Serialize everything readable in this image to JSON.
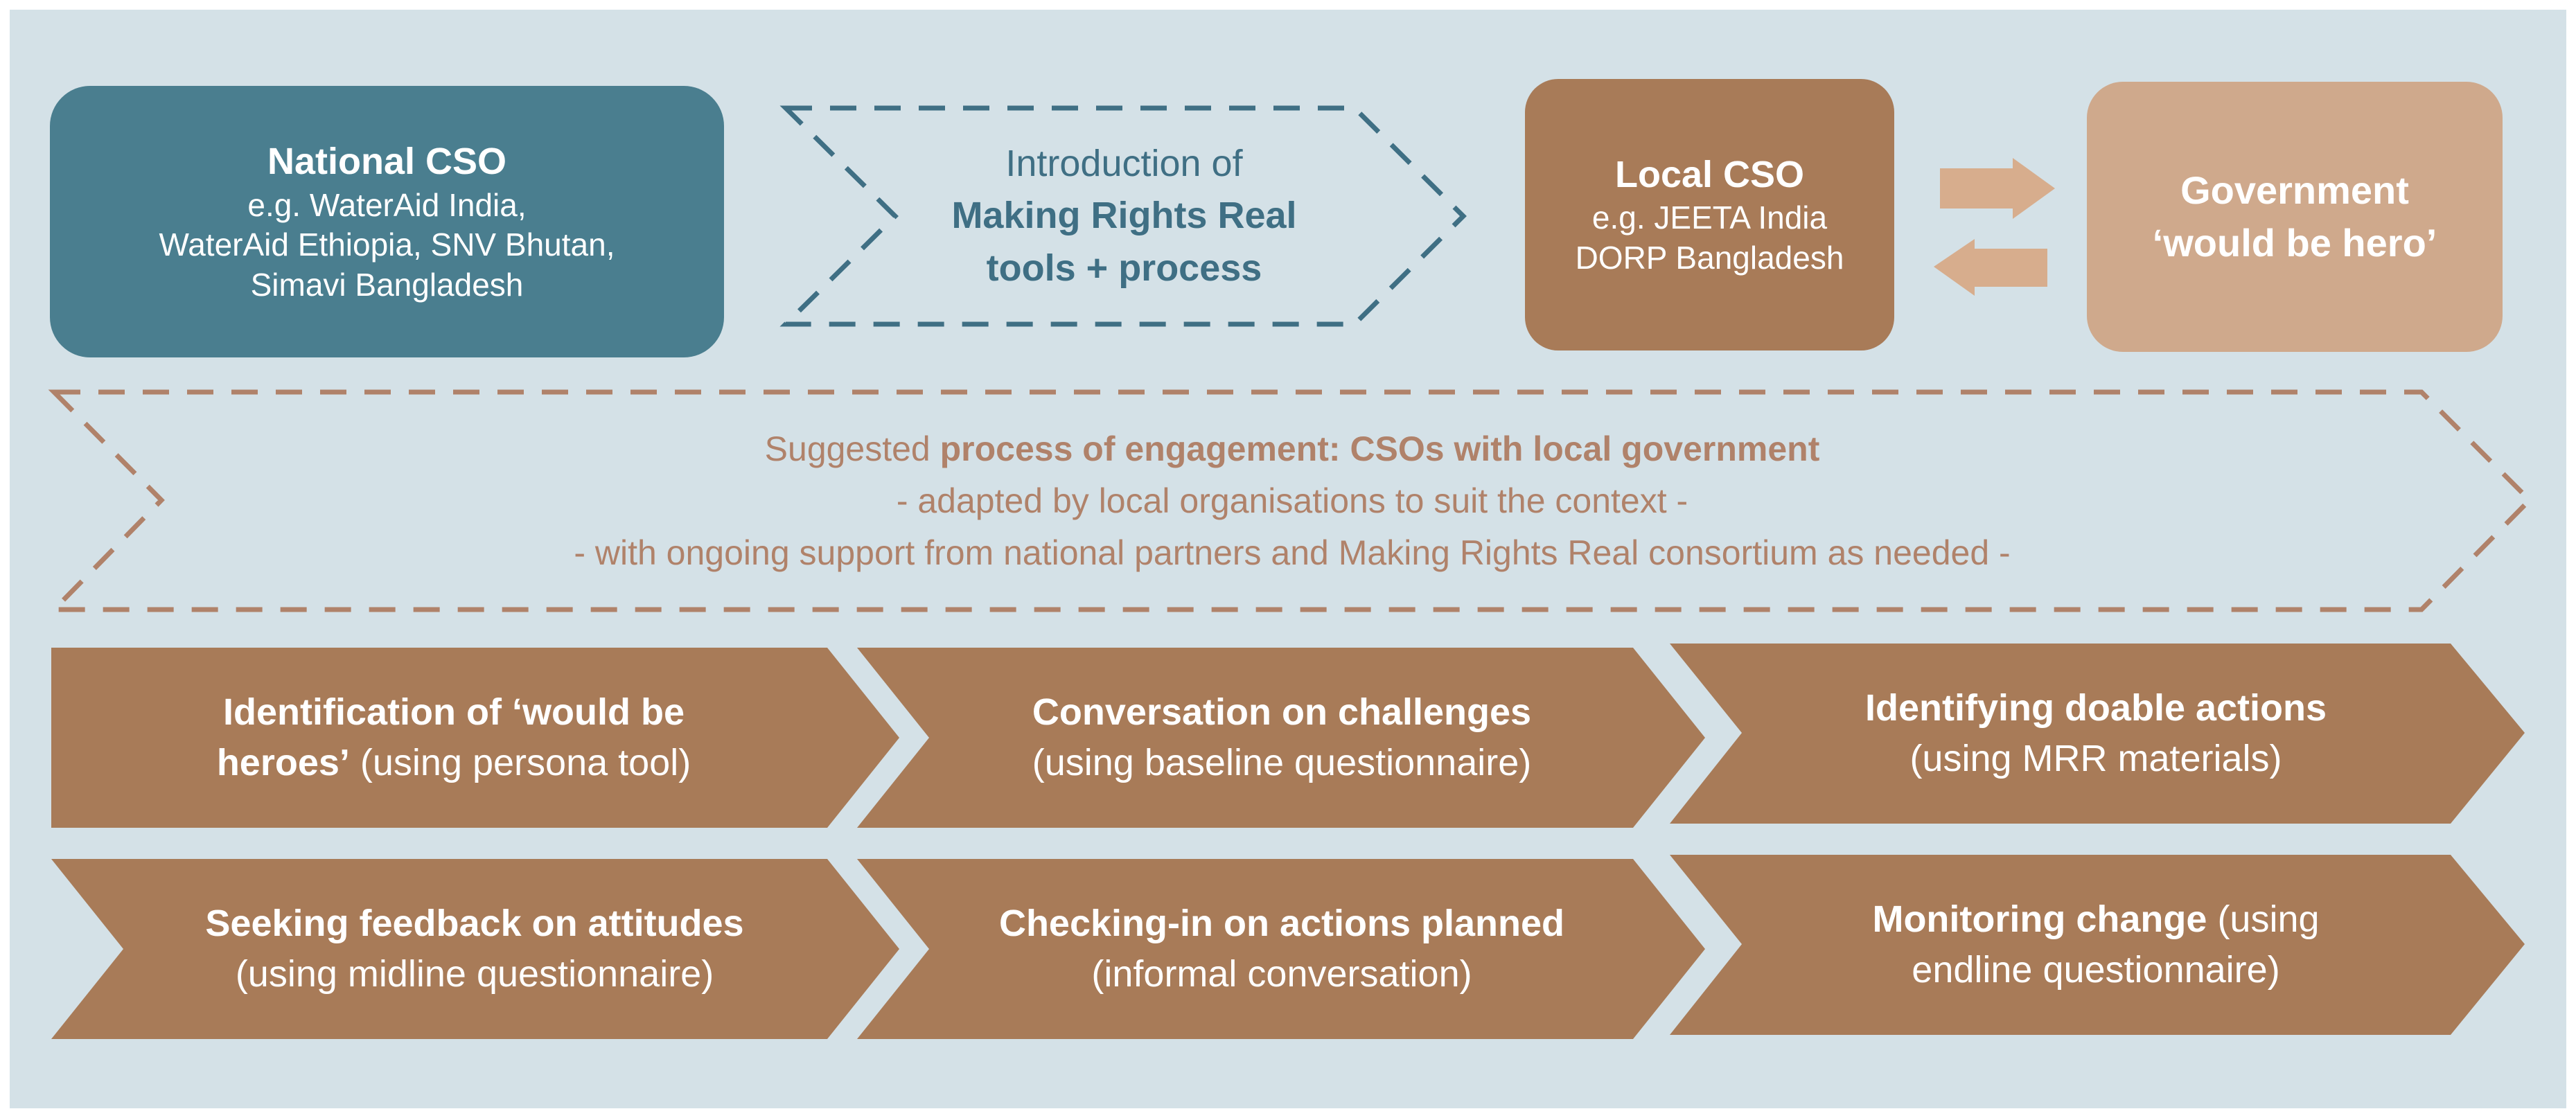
{
  "national_cso": {
    "title": "National CSO",
    "lines": [
      "e.g. WaterAid India,",
      "WaterAid Ethiopia, SNV Bhutan,",
      "Simavi Bangladesh"
    ]
  },
  "introduction": {
    "line1": "Introduction of",
    "line2": "Making Rights Real",
    "line3": "tools + process"
  },
  "local_cso": {
    "title": "Local CSO",
    "lines": [
      "e.g. JEETA India",
      "DORP Bangladesh"
    ]
  },
  "government": {
    "line1": "Government",
    "line2": "‘would be hero’"
  },
  "engagement": {
    "prefix": "Suggested ",
    "bold": "process of engagement: CSOs with local government",
    "line2": "-  adapted by local organisations to suit the context  -",
    "line3": "-  with ongoing support from national partners and Making Rights Real consortium as needed -"
  },
  "steps": [
    {
      "line1_bold": "Identification of ‘would be",
      "line2_bold": "heroes’",
      "line2_rest": " (using persona tool)"
    },
    {
      "line1_bold": "Conversation on challenges",
      "line2_rest": "(using baseline questionnaire)"
    },
    {
      "line1_bold": "Identifying doable actions",
      "line2_rest": "(using MRR materials)"
    },
    {
      "line1_bold": "Seeking feedback on attitudes",
      "line2_rest": "(using midline questionnaire)"
    },
    {
      "line1_bold": "Checking-in on actions planned",
      "line2_rest": "(informal conversation)"
    },
    {
      "line1_bold": "Monitoring change",
      "line1_rest": " (using",
      "line2_rest": "endline questionnaire)"
    }
  ],
  "colors": {
    "background": "#d4e1e7",
    "national_cso": "#4a7e8f",
    "local_cso": "#a87b58",
    "government": "#cfa98c",
    "arrow": "#d7ad8d",
    "step": "#a87b58",
    "teal_text": "#3f6f84",
    "tan_text": "#b0826a"
  }
}
